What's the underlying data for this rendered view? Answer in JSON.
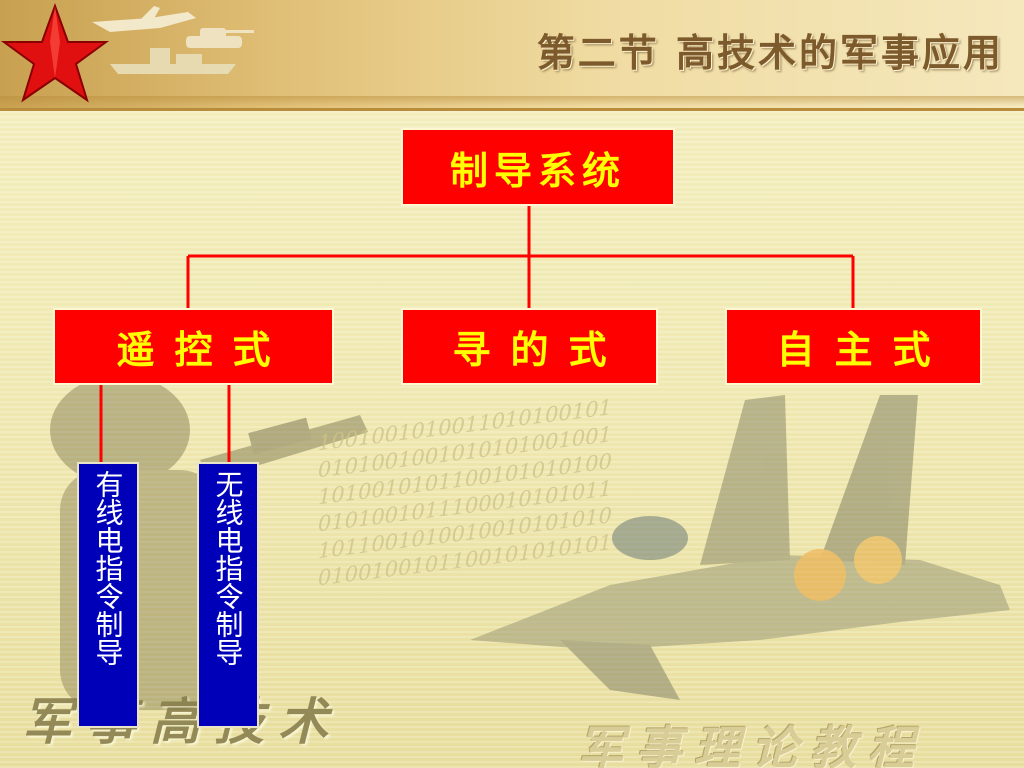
{
  "header": {
    "title": "第二节 高技术的军事应用"
  },
  "diagram": {
    "root": "制导系统",
    "children": [
      {
        "label": "遥控式",
        "subitems": [
          "有线电指令制导",
          "无线电指令制导"
        ]
      },
      {
        "label": "寻的式"
      },
      {
        "label": "自主式"
      }
    ]
  },
  "watermark": {
    "left": "军事高技术",
    "right": "军事理论教程",
    "binary_lines": [
      "1001001010011010100101",
      "0101001001010101001001",
      "1010010101100101010100",
      "0101001011100010101011",
      "1011001010010010101010",
      "0100100101100101010101"
    ]
  },
  "colors": {
    "box_fill": "#ff0000",
    "box_text": "#ffff00",
    "sub_box_fill": "#0000b8",
    "sub_box_text": "#ffffff",
    "connector": "#ff0000",
    "background": "#efe9b4"
  },
  "icons": [
    "red-star-icon",
    "fighter-jet-icon",
    "tank-icon",
    "warship-icon"
  ]
}
